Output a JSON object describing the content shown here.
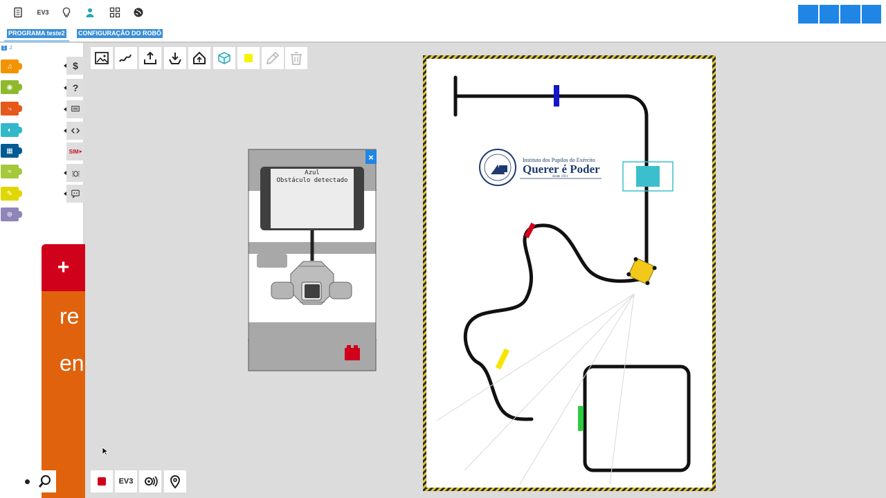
{
  "topbar": {
    "icons": [
      "program-icon",
      "ev3-label",
      "lightbulb-icon",
      "user-icon",
      "gallery-icon",
      "globe-icon"
    ],
    "ev3_label": "EV3"
  },
  "tabs": {
    "program": "PROGRAMA teste2",
    "config": "CONFIGURAÇÃO DO ROBÔ"
  },
  "category_tabs": {
    "tab1": "1",
    "tab2": "2"
  },
  "categories": [
    {
      "name": "action",
      "color": "#f29400"
    },
    {
      "name": "sensors",
      "color": "#8fb92d"
    },
    {
      "name": "control",
      "color": "#e5591a"
    },
    {
      "name": "logic",
      "color": "#33b8ca"
    },
    {
      "name": "math",
      "color": "#005a94"
    },
    {
      "name": "text",
      "color": "#a6c83b"
    },
    {
      "name": "colour",
      "color": "#e1d700"
    },
    {
      "name": "variables",
      "color": "#9085ba"
    }
  ],
  "side_panel": {
    "code_label": "$",
    "help_label": "?",
    "sim_label": "SIM"
  },
  "start_block": {
    "plus": "+",
    "line1": "re",
    "line2": "en"
  },
  "brick": {
    "line1": "Azul",
    "line2": "Obstáculo detectado",
    "close_label": "×"
  },
  "bottom_toolbar": {
    "ev3_label": "EV3"
  },
  "field_logo": {
    "line1": "Instituto dos Pupilos do Exército",
    "line2": "Querer é Poder",
    "line3": "desde 1911"
  },
  "colors": {
    "accent": "#1f86e6",
    "start_block": "#e0620d",
    "start_head": "#d0021b",
    "marker_blue": "#1414c8",
    "marker_red": "#d0021b",
    "marker_yellow": "#f4e600",
    "marker_green": "#2ecc40",
    "marker_cyan": "#3bbfcc",
    "robot": "#f2c81b"
  }
}
